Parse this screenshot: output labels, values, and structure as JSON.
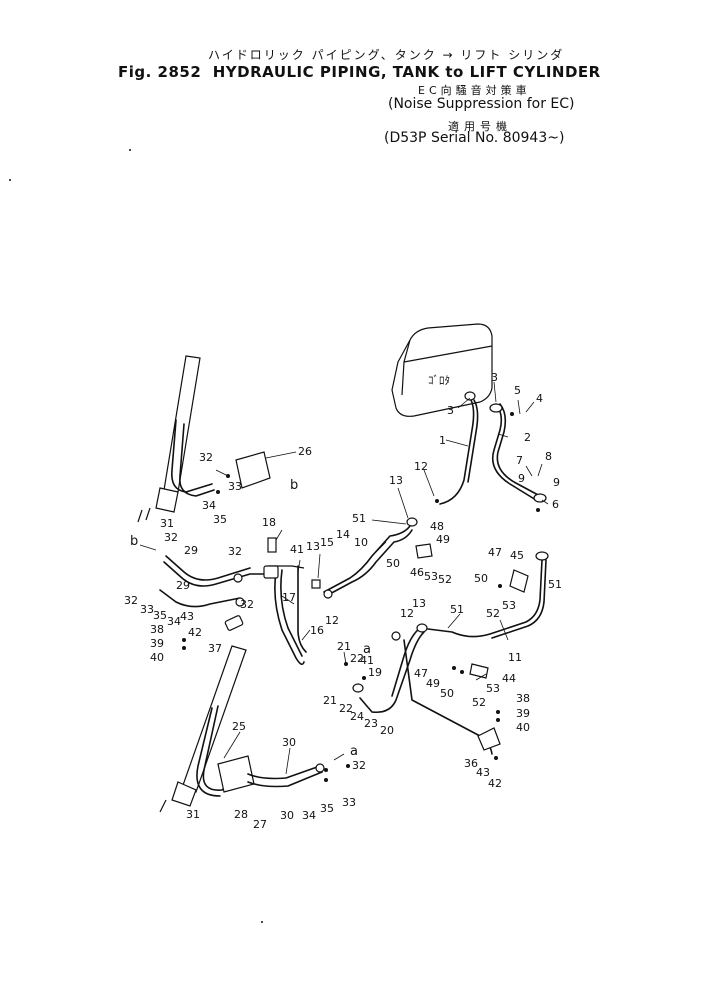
{
  "header": {
    "jp_title": "ハイドロリック パイピング、タンク → リフト シリンダ",
    "fig_label": "Fig. 2852",
    "title": "HYDRAULIC PIPING, TANK to LIFT CYLINDER",
    "ec_jp": "EC向騒音対策車",
    "noise_note": "(Noise Suppression for EC)",
    "serial_jp": "適用号機",
    "serial_note": "(D53P Serial No. 80943~)"
  },
  "tank_mark": "ｺﾞﾛﾀ",
  "callouts": {
    "c1": "1",
    "c2": "2",
    "c3a": "3",
    "c3b": "3",
    "c4": "4",
    "c5": "5",
    "c6": "6",
    "c7": "7",
    "c8": "8",
    "c9a": "9",
    "c9b": "9",
    "c10": "10",
    "c11": "11",
    "c12a": "12",
    "c12b": "12",
    "c12c": "12",
    "c13a": "13",
    "c13b": "13",
    "c13c": "13",
    "c14": "14",
    "c15": "15",
    "c16": "16",
    "c17": "17",
    "c18": "18",
    "c19": "19",
    "c20": "20",
    "c21a": "21",
    "c21b": "21",
    "c22a": "22",
    "c22b": "22",
    "c23": "23",
    "c24": "24",
    "c25": "25",
    "c26": "26",
    "c27": "27",
    "c28": "28",
    "c29a": "29",
    "c29b": "29",
    "c30a": "30",
    "c30b": "30",
    "c31a": "31",
    "c31b": "31",
    "c32a": "32",
    "c32b": "32",
    "c32c": "32",
    "c32d": "32",
    "c32e": "32",
    "c32f": "32",
    "c33a": "33",
    "c33b": "33",
    "c33c": "33",
    "c34a": "34",
    "c34b": "34",
    "c34c": "34",
    "c35a": "35",
    "c35b": "35",
    "c35c": "35",
    "c36": "36",
    "c37": "37",
    "c38a": "38",
    "c38b": "38",
    "c39a": "39",
    "c39b": "39",
    "c40a": "40",
    "c40b": "40",
    "c41a": "41",
    "c41b": "41",
    "c42a": "42",
    "c42b": "42",
    "c43a": "43",
    "c43b": "43",
    "c44": "44",
    "c45": "45",
    "c46": "46",
    "c47a": "47",
    "c47b": "47",
    "c48": "48",
    "c49a": "49",
    "c49b": "49",
    "c50a": "50",
    "c50b": "50",
    "c50c": "50",
    "c51a": "51",
    "c51b": "51",
    "c51c": "51",
    "c52a": "52",
    "c52b": "52",
    "c52c": "52",
    "c53a": "53",
    "c53b": "53",
    "c53c": "53",
    "ca1": "a",
    "ca2": "a",
    "cb1": "b",
    "cb2": "b"
  }
}
